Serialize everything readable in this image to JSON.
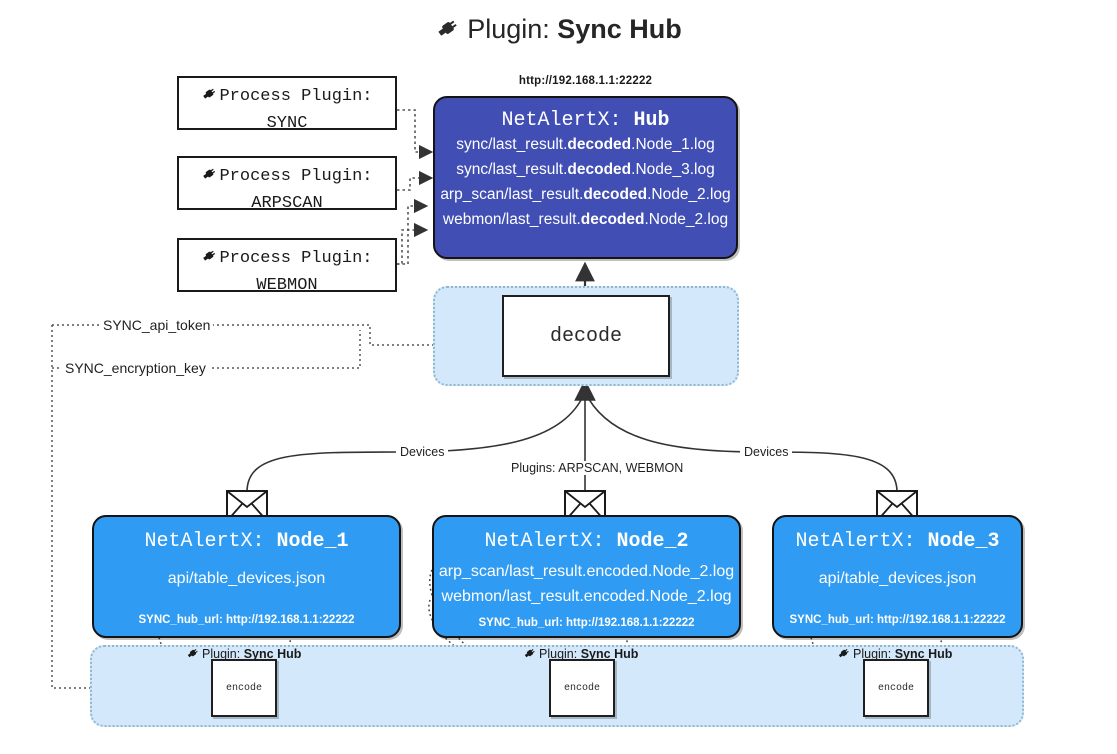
{
  "title": {
    "prefix": "Plugin:",
    "name": "Sync Hub",
    "icon": "plug-icon"
  },
  "hub": {
    "url": "http://192.168.1.1:22222",
    "title_prefix": "NetAlertX:",
    "title_name": "Hub",
    "lines": [
      {
        "pre": "sync/last_result.",
        "bold": "decoded",
        "post": ".Node_1.log"
      },
      {
        "pre": "sync/last_result.",
        "bold": "decoded",
        "post": ".Node_3.log"
      },
      {
        "pre": "arp_scan/last_result.",
        "bold": "decoded",
        "post": ".Node_2.log"
      },
      {
        "pre": "webmon/last_result.",
        "bold": "decoded",
        "post": ".Node_2.log"
      }
    ],
    "color": "#414EB4"
  },
  "process_plugins": [
    {
      "line1": "Process Plugin:",
      "line2": "SYNC"
    },
    {
      "line1": "Process Plugin:",
      "line2": "ARPSCAN"
    },
    {
      "line1": "Process Plugin:",
      "line2": "WEBMON"
    }
  ],
  "decode": {
    "label": "decode"
  },
  "tokens": [
    {
      "label": "SYNC_api_token"
    },
    {
      "label": "SYNC_encryption_key"
    }
  ],
  "edge_labels": {
    "devices_left": "Devices",
    "devices_right": "Devices",
    "plugins_center": "Plugins: ARPSCAN, WEBMON"
  },
  "nodes": [
    {
      "title_prefix": "NetAlertX:",
      "title_name": "Node_1",
      "lines": [
        "api/table_devices.json"
      ],
      "footer": "SYNC_hub_url: http://192.168.1.1:22222",
      "color": "#2F9BF2"
    },
    {
      "title_prefix": "NetAlertX:",
      "title_name": "Node_2",
      "lines": [
        "arp_scan/last_result.encoded.Node_2.log",
        "webmon/last_result.encoded.Node_2.log"
      ],
      "footer": "SYNC_hub_url: http://192.168.1.1:22222",
      "color": "#2F9BF2"
    },
    {
      "title_prefix": "NetAlertX:",
      "title_name": "Node_3",
      "lines": [
        "api/table_devices.json"
      ],
      "footer": "SYNC_hub_url: http://192.168.1.1:22222",
      "color": "#2F9BF2"
    }
  ],
  "encoders": [
    {
      "plugin_prefix": "Plugin:",
      "plugin_name": "Sync Hub",
      "label": "encode"
    },
    {
      "plugin_prefix": "Plugin:",
      "plugin_name": "Sync Hub",
      "label": "encode"
    },
    {
      "plugin_prefix": "Plugin:",
      "plugin_name": "Sync Hub",
      "label": "encode"
    }
  ],
  "colors": {
    "light_container": "#D3E8FA",
    "stroke": "#1a1a1a"
  }
}
